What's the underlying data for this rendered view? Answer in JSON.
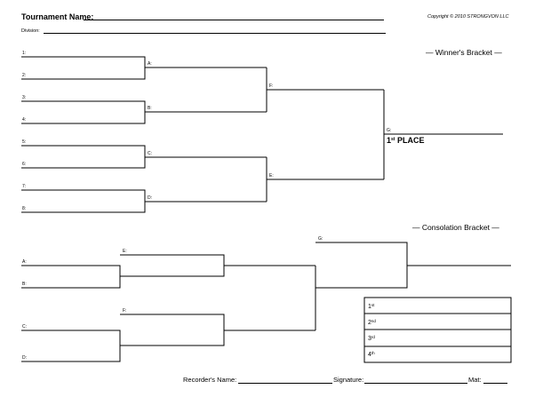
{
  "header": {
    "tournament_name_label": "Tournament Name:",
    "division_label": "Division:",
    "copyright": "Copyright © 2010 STRONGVON LLC"
  },
  "winners": {
    "title": "— Winner's Bracket —",
    "seeds": [
      "1:",
      "2:",
      "3:",
      "4:",
      "5:",
      "6:",
      "7:",
      "8:"
    ],
    "round2": [
      "A:",
      "B:",
      "C:",
      "D:"
    ],
    "semis": [
      "F:",
      "E:"
    ],
    "final_label": "G:",
    "first_place_main": "1",
    "first_place_sup": "st",
    "first_place_text": "PLACE"
  },
  "consolation": {
    "title": "— Consolation Bracket —",
    "seeds": [
      "A:",
      "B:",
      "C:",
      "D:"
    ],
    "round2": [
      "E:",
      "F:"
    ],
    "final_label": "G:",
    "places": [
      {
        "num": "1",
        "sup": "st"
      },
      {
        "num": "2",
        "sup": "nd"
      },
      {
        "num": "3",
        "sup": "rd"
      },
      {
        "num": "4",
        "sup": "th"
      }
    ]
  },
  "footer": {
    "recorder_label": "Recorder's Name:",
    "signature_label": "Signature:",
    "mat_label": "Mat:"
  }
}
